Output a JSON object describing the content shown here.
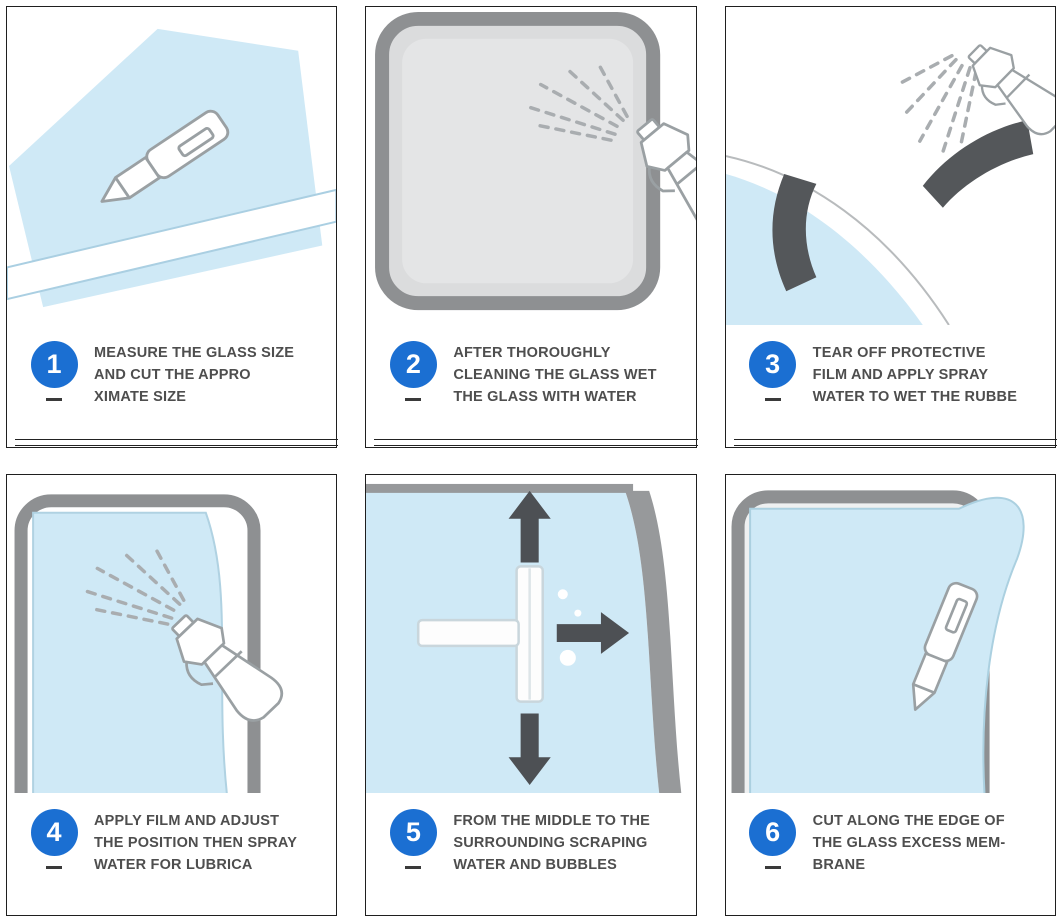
{
  "title": "Window film application instructions",
  "colors": {
    "accent_blue": "#1b6fd2",
    "film_blue": "#cfe9f6",
    "frame_gray": "#8e9092",
    "dark_band": "#54575a",
    "text_gray": "#4e4e4e"
  },
  "steps": [
    {
      "number": "1",
      "illustration": "knife-cutting-film",
      "lines": [
        "MEASURE THE GLASS SIZE",
        "AND CUT THE APPRO",
        "XIMATE SIZE"
      ]
    },
    {
      "number": "2",
      "illustration": "spray-water-on-glass",
      "lines": [
        "AFTER THOROUGHLY",
        "CLEANING THE GLASS WET",
        "THE GLASS WITH WATER"
      ]
    },
    {
      "number": "3",
      "illustration": "tear-off-protective-film",
      "lines": [
        "TEAR OFF PROTECTIVE",
        "FILM AND APPLY SPRAY",
        "WATER TO WET THE RUBBE"
      ]
    },
    {
      "number": "4",
      "illustration": "apply-film-and-spray",
      "lines": [
        "APPLY FILM AND ADJUST",
        "THE POSITION THEN SPRAY",
        "WATER FOR LUBRICA"
      ]
    },
    {
      "number": "5",
      "illustration": "squeegee-out-water-bubbles",
      "lines": [
        "FROM THE MIDDLE TO THE",
        "SURROUNDING SCRAPING",
        "WATER AND BUBBLES"
      ]
    },
    {
      "number": "6",
      "illustration": "cut-excess-membrane",
      "lines": [
        "CUT ALONG THE EDGE OF",
        "THE GLASS EXCESS MEM-",
        "BRANE"
      ]
    }
  ]
}
